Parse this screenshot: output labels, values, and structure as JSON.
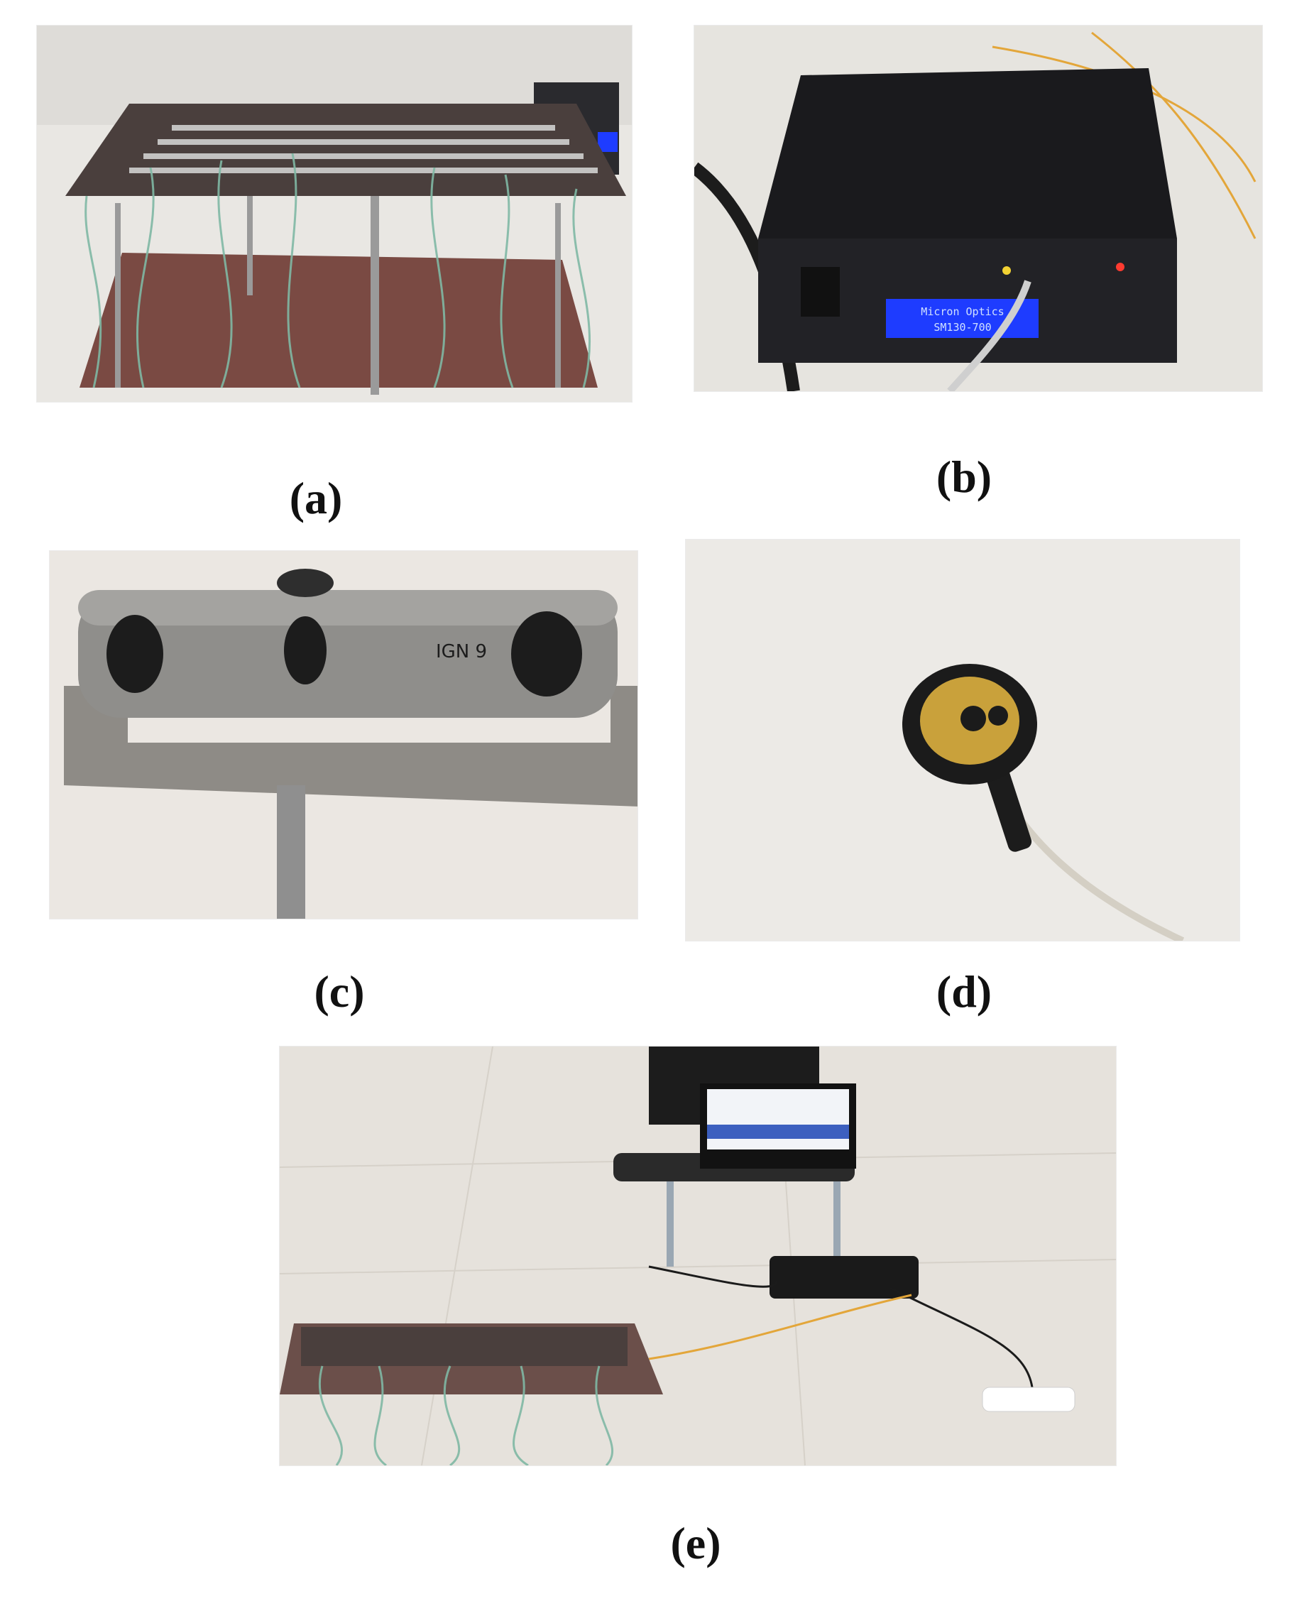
{
  "panels": [
    {
      "id": "a",
      "label": "(a)",
      "photo": "perforated-plate-sensor-array-on-stand-photo"
    },
    {
      "id": "b",
      "label": "(b)",
      "photo": "fiber-interrogator-box-photo",
      "screen_text": [
        "Micron Optics",
        "SM130-700"
      ]
    },
    {
      "id": "c",
      "label": "(c)",
      "photo": "cylindrical-loudspeaker-on-bracket-photo",
      "device_marks": [
        "IGN 9"
      ]
    },
    {
      "id": "d",
      "label": "(d)",
      "photo": "round-disc-sensor-photo"
    },
    {
      "id": "e",
      "label": "(e)",
      "photo": "full-experimental-setup-photo"
    }
  ],
  "colors": {
    "plate": "#4a3f3d",
    "wood": "#7a4a43",
    "fiber": "#7fb8a4",
    "lcd": "#1e3cff",
    "floor": "#e6e2dc"
  }
}
